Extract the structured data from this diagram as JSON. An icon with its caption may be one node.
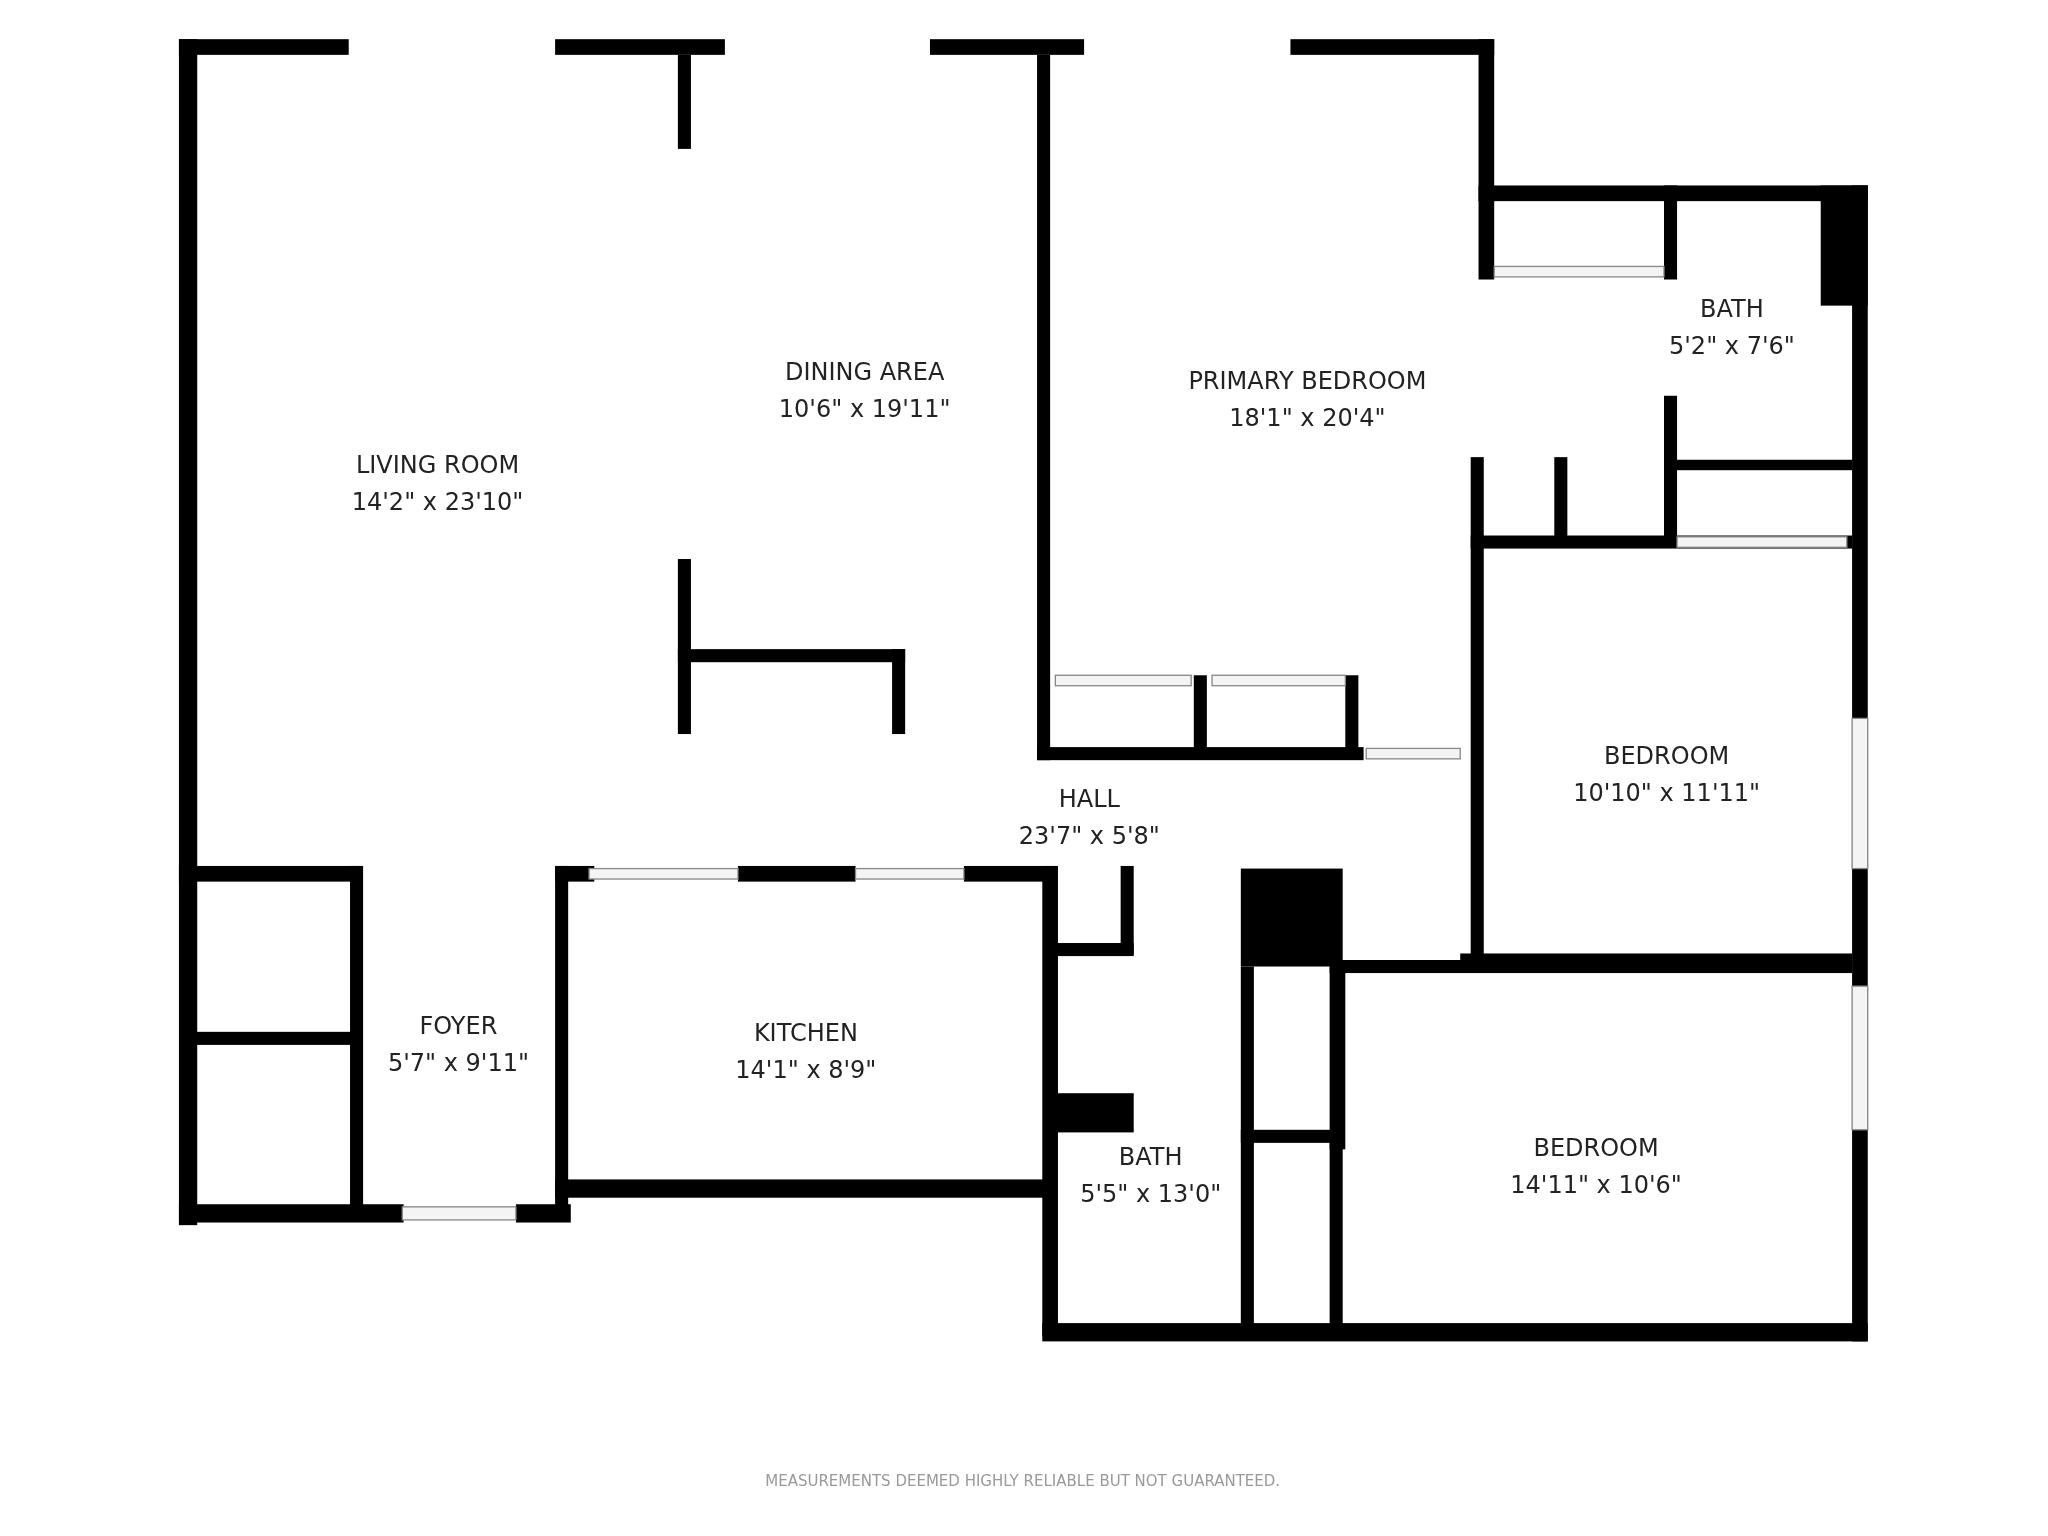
{
  "diagram": {
    "nodes": [
      {
        "text": [
          "LIVING ROOM",
          "14'2\" x 23'10\""
        ]
      },
      {
        "text": [
          "DINING AREA",
          "10'6\" x 19'11\""
        ]
      },
      {
        "text": [
          "PRIMARY BEDROOM",
          "18'1\" x 20'4\""
        ]
      },
      {
        "text": [
          "BATH",
          "5'2\" x 7'6\""
        ]
      },
      {
        "text": [
          "BEDROOM",
          "10'10\" x 11'11\""
        ]
      },
      {
        "text": [
          "HALL",
          "23'7\" x 5'8\""
        ]
      },
      {
        "text": [
          "FOYER",
          "5'7\" x 9'11\""
        ]
      },
      {
        "text": [
          "KITCHEN",
          "14'1\" x 8'9\""
        ]
      },
      {
        "text": [
          "BATH",
          "5'5\" x 13'0\""
        ]
      },
      {
        "text": [
          "BEDROOM",
          "14'11\" x 10'6\""
        ]
      }
    ],
    "labels": [
      "MEASUREMENTS DEEMED HIGHLY RELIABLE BUT NOT GUARANTEED."
    ]
  }
}
